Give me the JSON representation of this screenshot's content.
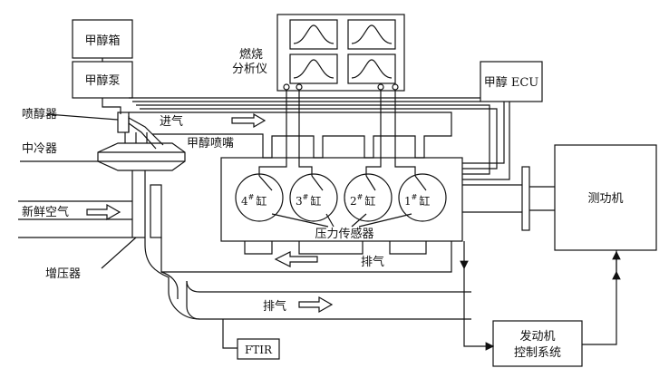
{
  "labels": {
    "methanol_tank": "甲醇箱",
    "methanol_pump": "甲醇泵",
    "methanol_injector": "喷醇器",
    "intercooler": "中冷器",
    "fresh_air": "新鲜空气",
    "turbocharger": "增压器",
    "intake": "进气",
    "methanol_nozzle": "甲醇喷嘴",
    "combustion_analyzer_1": "燃烧",
    "combustion_analyzer_2": "分析仪",
    "methanol_ecu": "甲醇 ECU",
    "dynamometer": "测功机",
    "cyl4": "4",
    "cyl3": "3",
    "cyl2": "2",
    "cyl1": "1",
    "cyl_sup": "#",
    "cyl_char": "缸",
    "pressure_sensor": "压力传感器",
    "exhaust_manifold": "排气",
    "exhaust_out": "排气",
    "ftir": "FTIR",
    "engine_control_1": "发动机",
    "engine_control_2": "控制系统"
  }
}
